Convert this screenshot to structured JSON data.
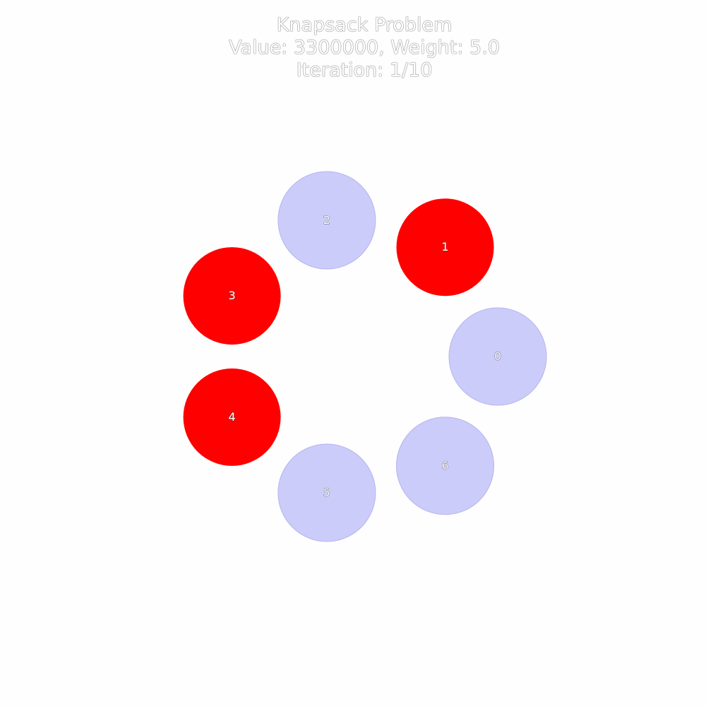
{
  "title": {
    "line1": "Knapsack Problem",
    "line2": "Value: 3300000, Weight: 5.0",
    "line3": "Iteration: 1/10"
  },
  "colors": {
    "selected": "#ff0000",
    "unselected": "#ccccfa",
    "unselected_stroke": "#b4b4f0",
    "background": "#fefefe"
  },
  "items": [
    {
      "label": "0",
      "selected": false
    },
    {
      "label": "1",
      "selected": true
    },
    {
      "label": "2",
      "selected": false
    },
    {
      "label": "3",
      "selected": true
    },
    {
      "label": "4",
      "selected": true
    },
    {
      "label": "5",
      "selected": false
    },
    {
      "label": "6",
      "selected": false
    }
  ]
}
